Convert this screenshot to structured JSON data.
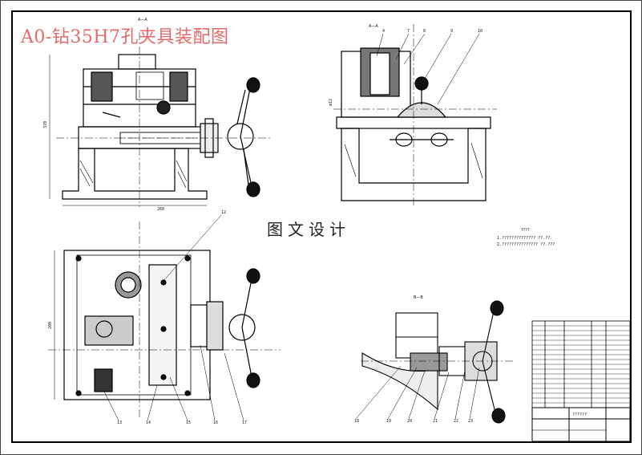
{
  "drawing": {
    "title": "A0-钻35H7孔夹具装配图",
    "caption": "图文设计",
    "section_mark_top": "A—A",
    "section_mark_bottom": "B—B",
    "note_heading": "????",
    "note_lines": [
      "1.?????????????? ??.??.",
      "2.??????????????? ??.???"
    ],
    "part_numbers_top_right": [
      "4",
      "7",
      "8",
      "9",
      "10"
    ],
    "part_numbers_bottom_left": [
      "13",
      "14",
      "15",
      "16",
      "17"
    ],
    "part_numbers_bottom_right": [
      "18",
      "19",
      "20",
      "21",
      "22",
      "23"
    ],
    "part_numbers_plan": [
      "12"
    ],
    "dimension_labels": [
      "370",
      "260",
      "ø12",
      "200"
    ],
    "block_title": "??????"
  }
}
